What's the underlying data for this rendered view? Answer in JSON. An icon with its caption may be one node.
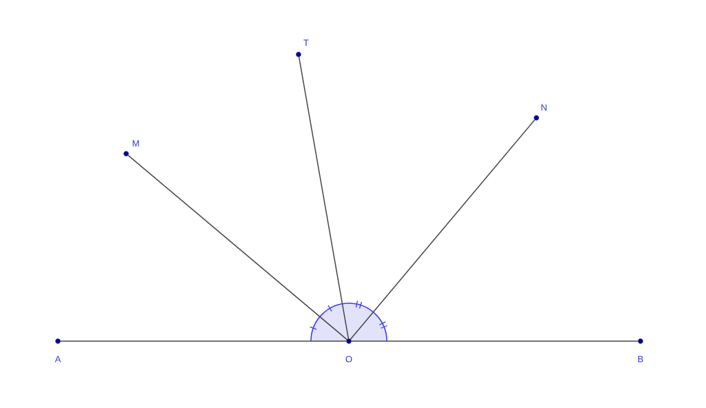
{
  "diagram": {
    "nodes": [
      {
        "text": [
          "A"
        ]
      },
      {
        "text": [
          "O"
        ]
      },
      {
        "text": [
          "B"
        ]
      },
      {
        "text": [
          "M"
        ]
      },
      {
        "text": [
          "T"
        ]
      },
      {
        "text": [
          "N"
        ]
      }
    ],
    "edges": [
      {
        "from": 1,
        "to": 0,
        "arrow": "none"
      },
      {
        "from": 1,
        "to": 2,
        "arrow": "none"
      },
      {
        "from": 1,
        "to": 3,
        "arrow": "none"
      },
      {
        "from": 1,
        "to": 4,
        "arrow": "none"
      },
      {
        "from": 1,
        "to": 5,
        "arrow": "none"
      }
    ]
  }
}
